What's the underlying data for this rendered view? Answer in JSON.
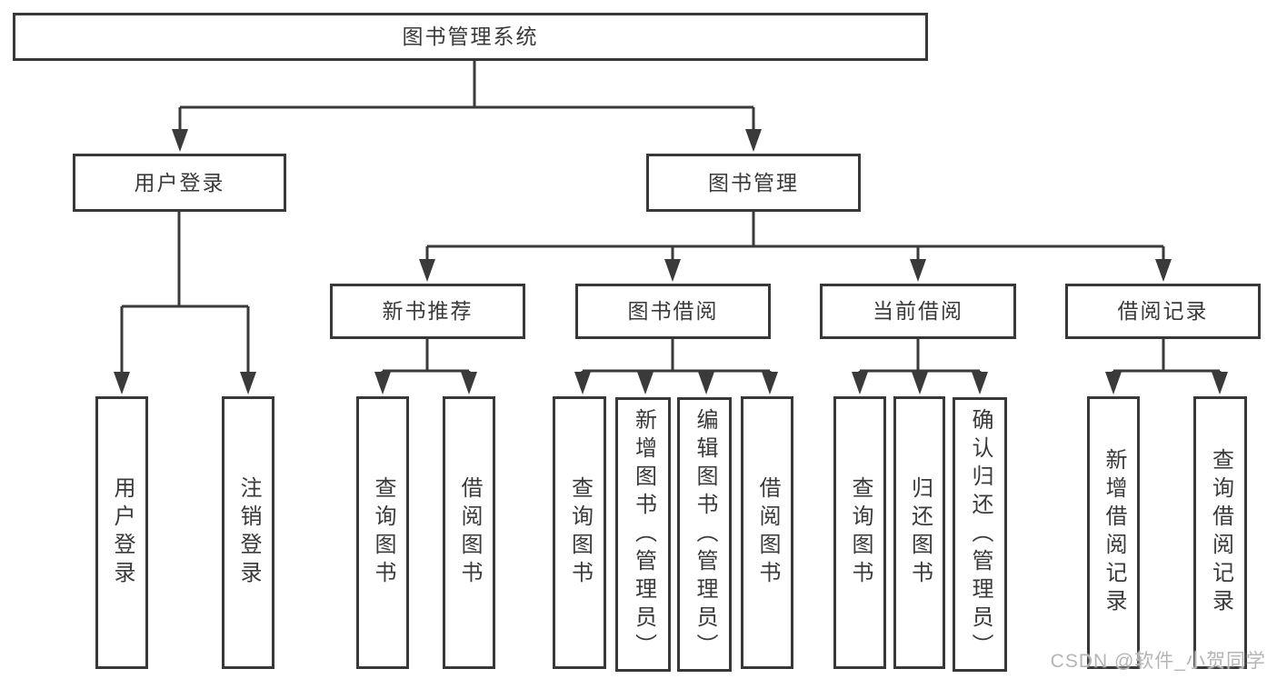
{
  "diagram": {
    "root": "图书管理系统",
    "level2": [
      "用户登录",
      "图书管理"
    ],
    "level3": [
      "新书推荐",
      "图书借阅",
      "当前借阅",
      "借阅记录"
    ],
    "leaves": {
      "user_login": [
        "用户登录",
        "注销登录"
      ],
      "new_book_recommend": [
        "查询图书",
        "借阅图书"
      ],
      "book_borrow": [
        "查询图书",
        "新增图书（管理员）",
        "编辑图书（管理员）",
        "借阅图书"
      ],
      "current_borrow": [
        "查询图书",
        "归还图书",
        "确认归还（管理员）"
      ],
      "borrow_record": [
        "新增借阅记录",
        "查询借阅记录"
      ]
    },
    "watermark": "CSDN @软件_小贺同学",
    "colors": {
      "line": "#3a3a3a",
      "box_border": "#383838",
      "box_fill": "#ffffff",
      "text": "#3a3a3a",
      "watermark": "#b5b5b5",
      "background": "#ffffff"
    }
  }
}
